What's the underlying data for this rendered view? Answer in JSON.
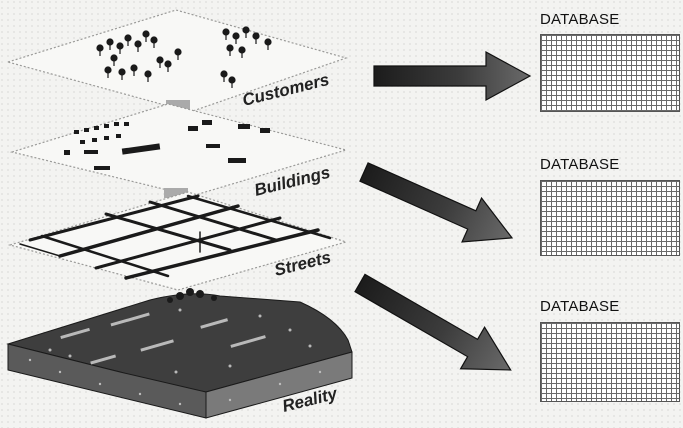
{
  "layers": [
    {
      "id": "customers",
      "label": "Customers"
    },
    {
      "id": "buildings",
      "label": "Buildings"
    },
    {
      "id": "streets",
      "label": "Streets"
    },
    {
      "id": "reality",
      "label": "Reality"
    }
  ],
  "databases": [
    {
      "title": "DATABASE"
    },
    {
      "title": "DATABASE"
    },
    {
      "title": "DATABASE"
    }
  ],
  "colors": {
    "background": "#f3f3f1",
    "layer_fill": "#f8f8f6",
    "layer_edge": "#9a9a98",
    "feature": "#1a1a1a",
    "arrow": "#2e2e2e",
    "terrain": "#3a3a3a"
  }
}
